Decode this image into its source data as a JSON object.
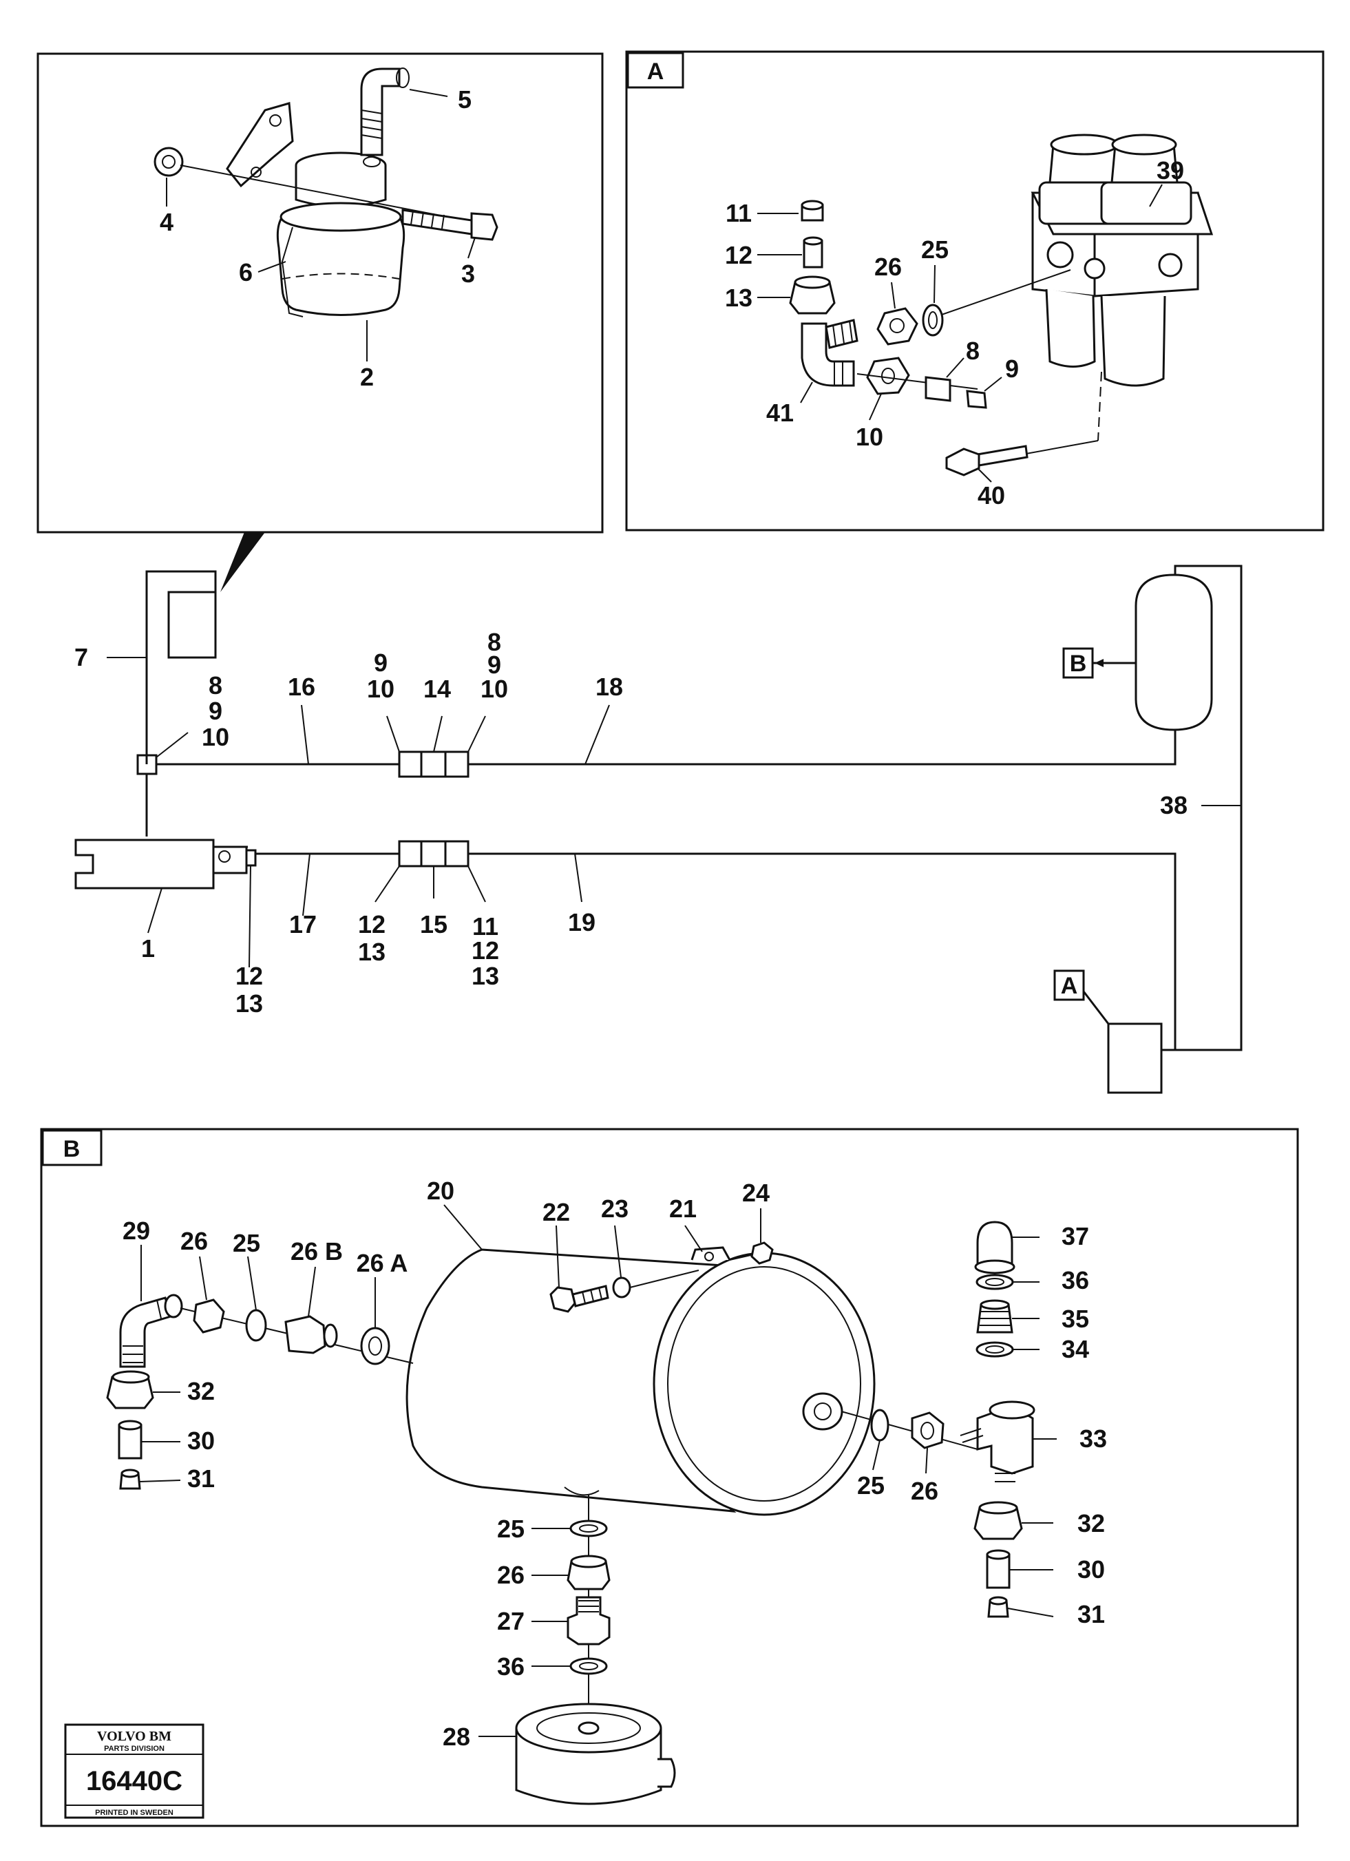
{
  "panels": {
    "top_left": {
      "labels": [
        "5",
        "4",
        "3",
        "6",
        "2"
      ]
    },
    "top_right": {
      "letter": "A",
      "labels": [
        "39",
        "11",
        "12",
        "13",
        "26",
        "25",
        "41",
        "8",
        "9",
        "10",
        "40"
      ]
    },
    "schematic": {
      "callout_B": "B",
      "callout_A": "A",
      "labels": {
        "l7": "7",
        "l8a": "8",
        "l9a": "9",
        "l10a": "10",
        "l16": "16",
        "l9b": "9",
        "l10b": "10",
        "l14": "14",
        "l8c": "8",
        "l9c": "9",
        "l10c": "10",
        "l18": "18",
        "l38": "38",
        "l1": "1",
        "l12a": "12",
        "l13a": "13",
        "l17": "17",
        "l12b": "12",
        "l13b": "13",
        "l15": "15",
        "l11c": "11",
        "l12c": "12",
        "l13c": "13",
        "l19": "19"
      }
    },
    "bottom": {
      "letter": "B",
      "labels": {
        "l20": "20",
        "l22": "22",
        "l23": "23",
        "l21": "21",
        "l24": "24",
        "l29": "29",
        "l26a": "26",
        "l25a": "25",
        "l26B": "26 B",
        "l26A": "26 A",
        "l37": "37",
        "l36a": "36",
        "l35": "35",
        "l34": "34",
        "l33": "33",
        "l32a": "32",
        "l30a": "30",
        "l31a": "31",
        "l25b": "25",
        "l26b": "26",
        "l32b": "32",
        "l30b": "30",
        "l31b": "31",
        "l25c": "25",
        "l26c": "26",
        "l27": "27",
        "l36b": "36",
        "l28": "28"
      }
    }
  },
  "stamp": {
    "brand": "VOLVO BM",
    "division": "PARTS DIVISION",
    "number": "16440C",
    "printed": "PRINTED IN SWEDEN"
  }
}
